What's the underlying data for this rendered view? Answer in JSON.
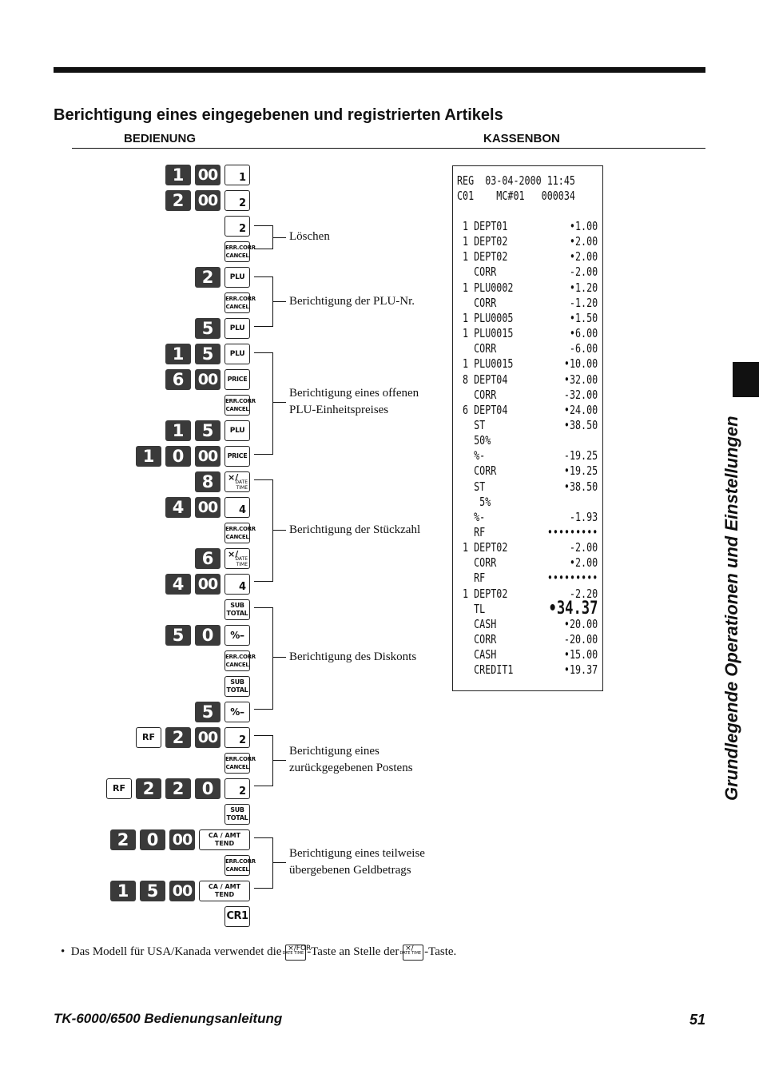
{
  "section_title": "Berichtigung eines eingegebenen und registrierten Artikels",
  "columns": {
    "left": "BEDIENUNG",
    "right": "KASSENBON"
  },
  "side_tab": "Grundlegende Operationen und Einstellungen",
  "keys": {
    "d0": "0",
    "d1": "1",
    "d2": "2",
    "d4": "4",
    "d5": "5",
    "d6": "6",
    "d8": "8",
    "d00": "00",
    "n1": "1",
    "n2": "2",
    "n4": "4",
    "err1": "ERR.CORR",
    "err2": "CANCEL",
    "plu": "PLU",
    "price": "PRICE",
    "mul_x": "×/",
    "mul_date": "DATE",
    "mul_time": "TIME",
    "sub1": "SUB",
    "sub2": "TOTAL",
    "disc": "%–",
    "rf": "RF",
    "ca1": "CA",
    "ca2": "AMT",
    "ca3": "TEND",
    "cr1": "CR1"
  },
  "brackets": {
    "b1": "Löschen",
    "b2": "Berichtigung der PLU-Nr.",
    "b3_1": "Berichtigung eines offenen",
    "b3_2": "PLU-Einheitspreises",
    "b4": "Berichtigung der Stückzahl",
    "b5": "Berichtigung des Diskonts",
    "b6_1": "Berichtigung eines",
    "b6_2": "zurückgegebenen Postens",
    "b7_1": "Berichtigung eines teilweise",
    "b7_2": "übergebenen Geldbetrags"
  },
  "receipt": {
    "header1": "REG  03-04-2000 11:45",
    "header2": "C01    MC#01   000034",
    "lines": [
      {
        "l": " 1 DEPT01",
        "v": "•1.00"
      },
      {
        "l": " 1 DEPT02",
        "v": "•2.00"
      },
      {
        "l": " 1 DEPT02",
        "v": "•2.00"
      },
      {
        "l": "   CORR",
        "v": "-2.00"
      },
      {
        "l": " 1 PLU0002",
        "v": "•1.20"
      },
      {
        "l": "   CORR",
        "v": "-1.20"
      },
      {
        "l": " 1 PLU0005",
        "v": "•1.50"
      },
      {
        "l": " 1 PLU0015",
        "v": "•6.00"
      },
      {
        "l": "   CORR",
        "v": "-6.00"
      },
      {
        "l": " 1 PLU0015",
        "v": "•10.00"
      },
      {
        "l": " 8 DEPT04",
        "v": "•32.00"
      },
      {
        "l": "   CORR",
        "v": "-32.00"
      },
      {
        "l": " 6 DEPT04",
        "v": "•24.00"
      },
      {
        "l": "   ST",
        "v": "•38.50"
      },
      {
        "l": "   50%",
        "v": ""
      },
      {
        "l": "   %-",
        "v": "-19.25"
      },
      {
        "l": "   CORR",
        "v": "•19.25"
      },
      {
        "l": "   ST",
        "v": "•38.50"
      },
      {
        "l": "    5%",
        "v": ""
      },
      {
        "l": "   %-",
        "v": "-1.93"
      },
      {
        "l": "   RF",
        "v": "•••••••••"
      },
      {
        "l": " 1 DEPT02",
        "v": "-2.00"
      },
      {
        "l": "   CORR",
        "v": "•2.00"
      },
      {
        "l": "   RF",
        "v": "•••••••••"
      },
      {
        "l": " 1 DEPT02",
        "v": "-2.20"
      },
      {
        "l": "   TL",
        "v": "•34.37"
      },
      {
        "l": "   CASH",
        "v": "•20.00"
      },
      {
        "l": "   CORR",
        "v": "-20.00"
      },
      {
        "l": "   CASH",
        "v": "•15.00"
      },
      {
        "l": "   CREDIT1",
        "v": "•19.37"
      }
    ]
  },
  "note": {
    "bullet": "•",
    "part1": "Das Modell für USA/Kanada verwendet die",
    "key1_top": "×/FOR",
    "key1_bottom": "DATE TIME",
    "part2": "-Taste an Stelle der",
    "key2_top": "×/",
    "key2_bottom": "DATE TIME",
    "part3": "-Taste."
  },
  "footer": {
    "manual": "TK-6000/6500 Bedienungsanleitung",
    "page": "51"
  }
}
